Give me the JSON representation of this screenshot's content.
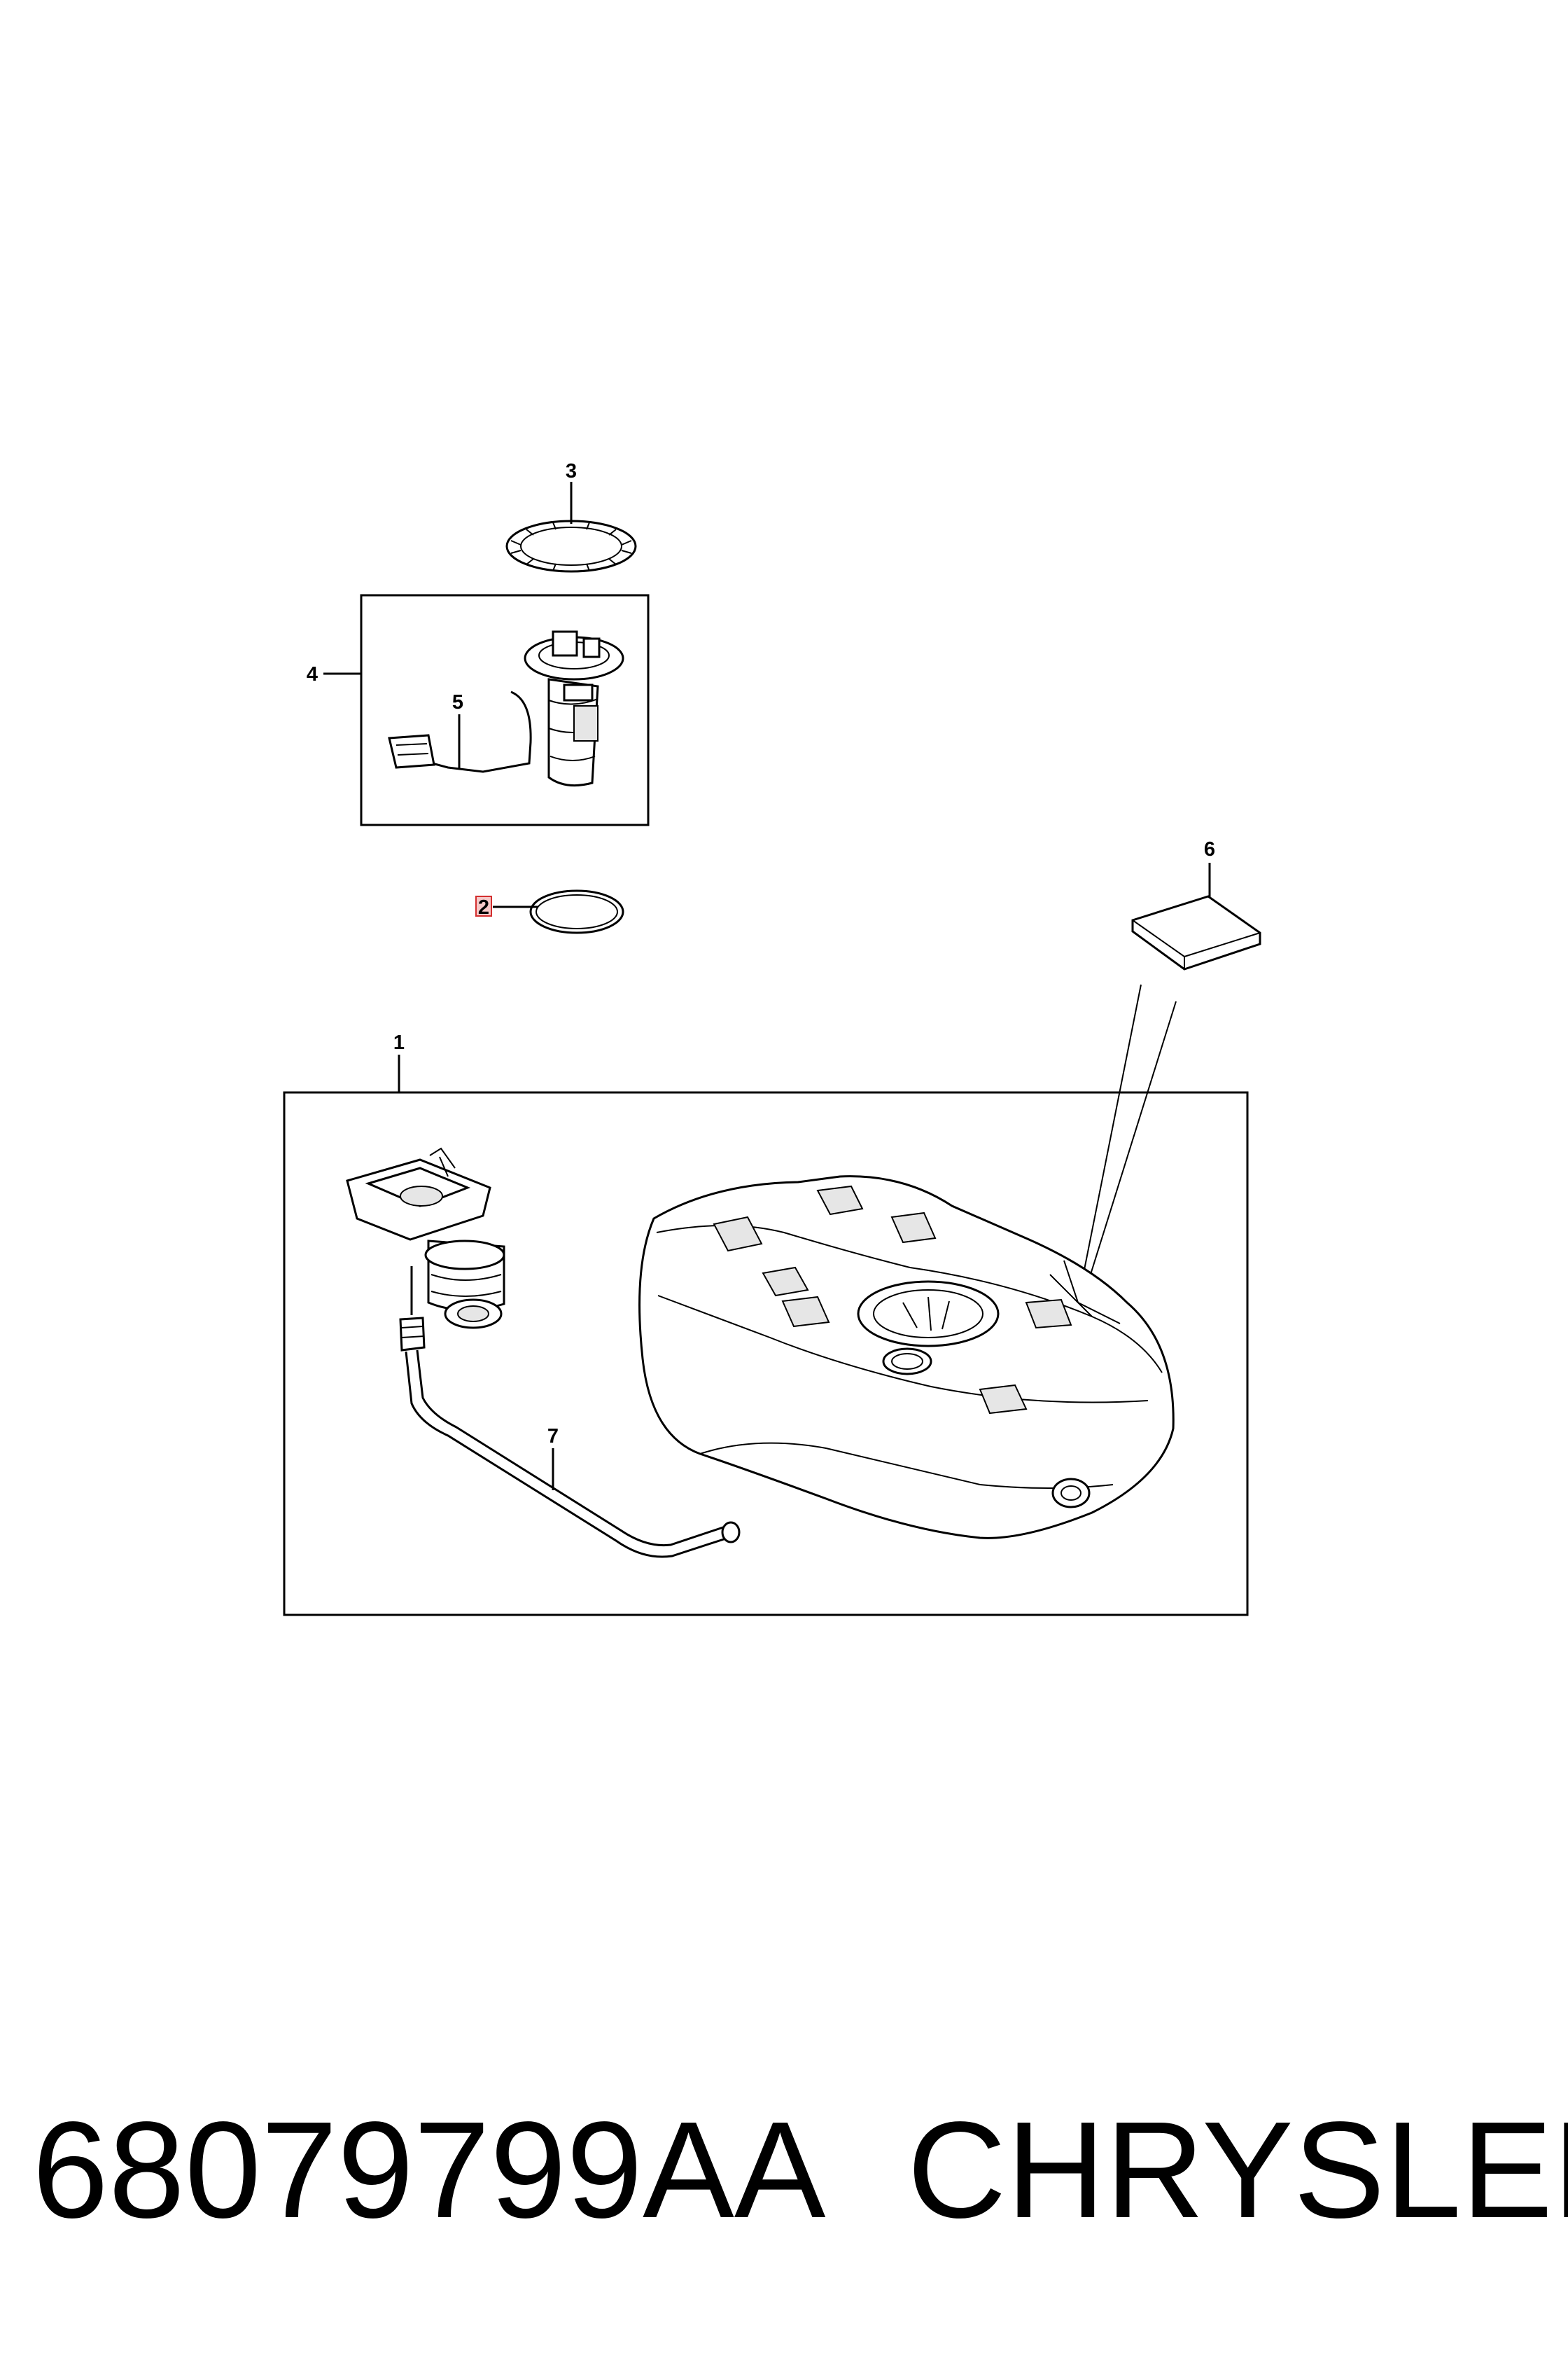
{
  "callouts": {
    "c1": "1",
    "c2": "2",
    "c3": "3",
    "c4": "4",
    "c5": "5",
    "c6": "6",
    "c7": "7"
  },
  "footer": {
    "part_number": "68079799AA",
    "brand": "CHRYSLER"
  },
  "colors": {
    "line": "#000000",
    "background": "#ffffff",
    "highlight": "#d32f2f",
    "highlight_fill": "#f6c9c9"
  }
}
